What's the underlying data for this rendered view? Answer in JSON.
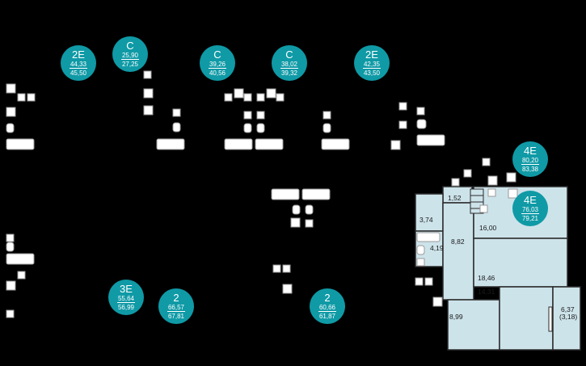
{
  "colors": {
    "background": "#000000",
    "badge": "#0f9aa6",
    "badge_text": "#ffffff",
    "room_fill": "#cde3ea",
    "wall": "#2a2a2a",
    "fixture": "#ffffff"
  },
  "apartments": [
    {
      "type": "2E",
      "area": "44,33",
      "area_total": "45,50"
    },
    {
      "type": "C",
      "area": "25,90",
      "area_total": "27,25"
    },
    {
      "type": "C",
      "area": "39,26",
      "area_total": "40,56"
    },
    {
      "type": "C",
      "area": "38,02",
      "area_total": "39,32"
    },
    {
      "type": "2E",
      "area": "42,35",
      "area_total": "43,50"
    },
    {
      "type": "4E",
      "area": "80,20",
      "area_total": "83,38"
    },
    {
      "type": "4E",
      "area": "76,03",
      "area_total": "79,21"
    },
    {
      "type": "3E",
      "area": "55,64",
      "area_total": "56,99"
    },
    {
      "type": "2",
      "area": "66,57",
      "area_total": "67,81"
    },
    {
      "type": "2",
      "area": "60,66",
      "area_total": "61,87"
    }
  ],
  "rooms": [
    "1,52",
    "3,74",
    "16,00",
    "8,82",
    "4,19",
    "18,46",
    "14,31",
    "8,99",
    "6,37",
    "(3,18)"
  ]
}
